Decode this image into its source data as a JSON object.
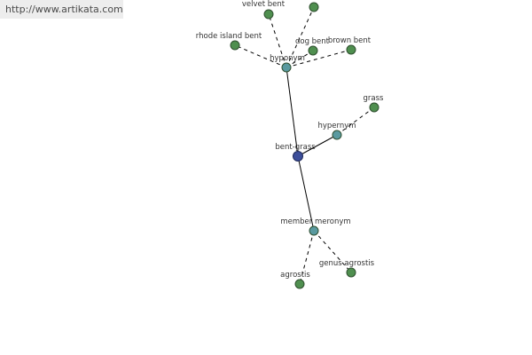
{
  "source": {
    "url_text": "http://www.artikata.com"
  },
  "graph": {
    "center": {
      "label": "bent-grass",
      "color": "#3d4f9a"
    },
    "relations": {
      "hyponym": "hyponym",
      "hypernym": "hypernym",
      "member_meronym": "member meronym"
    },
    "hyponyms": {
      "velvet_bent": "velvet bent",
      "rhode_island_bent": "rhode island bent",
      "dog_bent": "dog bent",
      "brown_bent": "brown bent",
      "top_cut": ""
    },
    "hypernyms": {
      "grass": "grass"
    },
    "member_meronyms": {
      "agrostis": "agrostis",
      "genus_agrostis": "genus agrostis"
    },
    "colors": {
      "leaf_node": "#4f8f4f",
      "relation_node": "#5a9aa0",
      "center_node": "#3d4f9a"
    }
  }
}
